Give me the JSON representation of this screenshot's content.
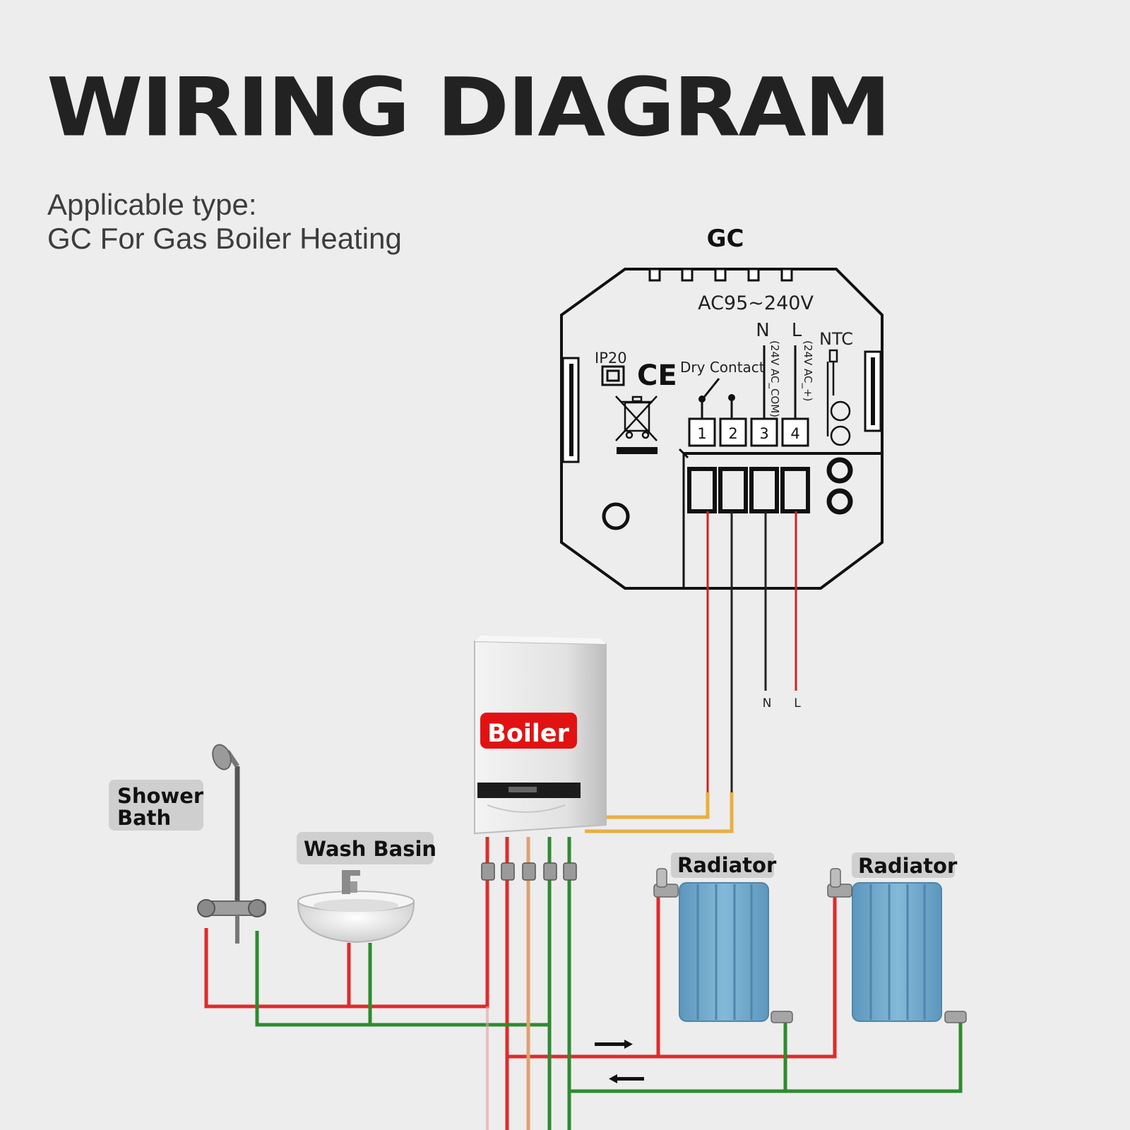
{
  "title": "WIRING DIAGRAM",
  "subtitle_line1": "Applicable type:",
  "subtitle_line2": "GC For Gas Boiler Heating",
  "device": {
    "model": "GC",
    "voltage": "AC95~240V",
    "ip_rating": "IP20",
    "ce_mark": "CE",
    "dry_contact_label": "Dry Contact",
    "n_label": "N",
    "l_label": "L",
    "ntc_label": "NTC",
    "n_note": "(24V AC_COM)",
    "l_note": "(24V AC_+)",
    "terminals": [
      "1",
      "2",
      "3",
      "4"
    ]
  },
  "wire_ends": {
    "n": "N",
    "l": "L"
  },
  "labels": {
    "boiler": "Boiler",
    "shower_line1": "Shower",
    "shower_line2": "Bath",
    "wash_basin": "Wash Basin",
    "radiator_1": "Radiator",
    "radiator_2": "Radiator"
  },
  "colors": {
    "hot_pipe": "#e02a2a",
    "return_pipe": "#2e8b2e",
    "gas_pipe": "#e0a070",
    "signal_wire": "#e8b040",
    "boiler_badge": "#e31212",
    "radiator": "#6fa6c8",
    "background": "#ededed"
  }
}
